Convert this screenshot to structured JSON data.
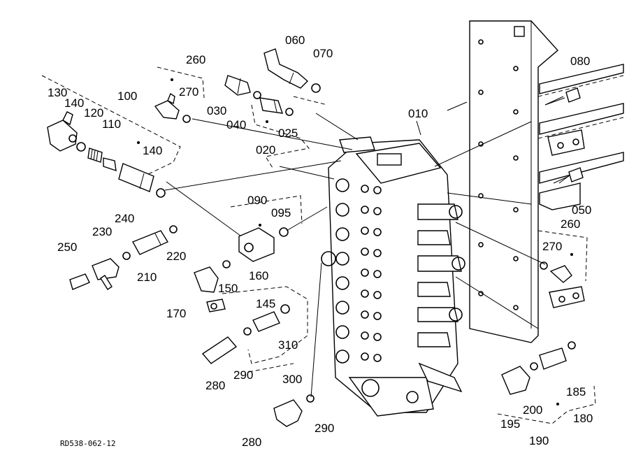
{
  "drawing_code": "RD538-062-12",
  "labels": {
    "l010": "010",
    "l020": "020",
    "l025": "025",
    "l030": "030",
    "l040": "040",
    "l050": "050",
    "l060": "060",
    "l070": "070",
    "l080": "080",
    "l090": "090",
    "l095": "095",
    "l100": "100",
    "l110": "110",
    "l120": "120",
    "l130": "130",
    "l140a": "140",
    "l140b": "140",
    "l145": "145",
    "l150": "150",
    "l160": "160",
    "l170": "170",
    "l180": "180",
    "l185": "185",
    "l190": "190",
    "l195": "195",
    "l200": "200",
    "l210": "210",
    "l220": "220",
    "l230": "230",
    "l240": "240",
    "l250": "250",
    "l260a": "260",
    "l260b": "260",
    "l270a": "270",
    "l270b": "270",
    "l280a": "280",
    "l280b": "280",
    "l290a": "290",
    "l290b": "290",
    "l300": "300",
    "l310": "310"
  }
}
